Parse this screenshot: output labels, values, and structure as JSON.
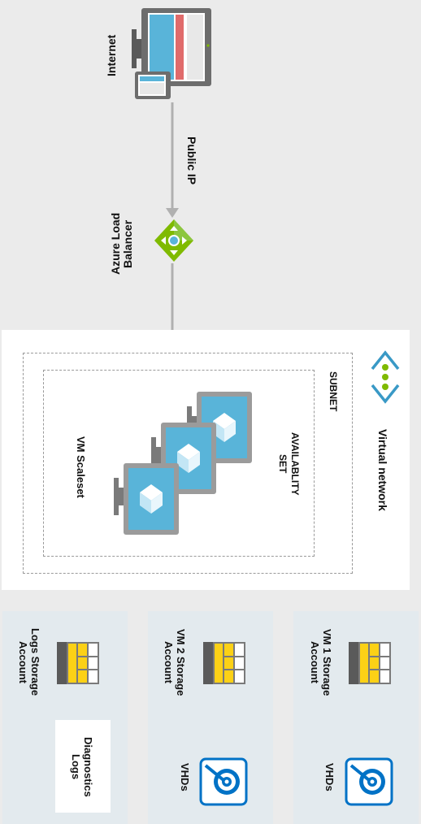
{
  "internet": {
    "label": "Internet",
    "icon": "internet-devices-icon"
  },
  "public_ip": {
    "label": "Public IP"
  },
  "load_balancer": {
    "label": "Azure Load\nBalancer",
    "icon": "load-balancer-icon"
  },
  "virtual_network": {
    "label": "Virtual network",
    "icon": "virtual-network-icon",
    "subnet_label": "SUBNET",
    "availability_set_label": "AVAILABLITY\nSET",
    "scaleset_label": "VM Scaleset",
    "vm_count": 3
  },
  "storage_accounts": [
    {
      "label": "VM 1 Storage\nAccount",
      "sub_label": "VHDs",
      "sub_icon": "disk-icon"
    },
    {
      "label": "VM 2 Storage\nAccount",
      "sub_label": "VHDs",
      "sub_icon": "disk-icon"
    },
    {
      "label": "Logs Storage\nAccount",
      "sub_label": "Diagnostics\nLogs"
    }
  ],
  "colors": {
    "background": "#ebebeb",
    "vm_blue": "#59b4d9",
    "lb_green": "#7fba00",
    "storage_yellow": "#fcd116",
    "disk_blue": "#0072c6",
    "connector_gray": "#b0b0b0"
  }
}
